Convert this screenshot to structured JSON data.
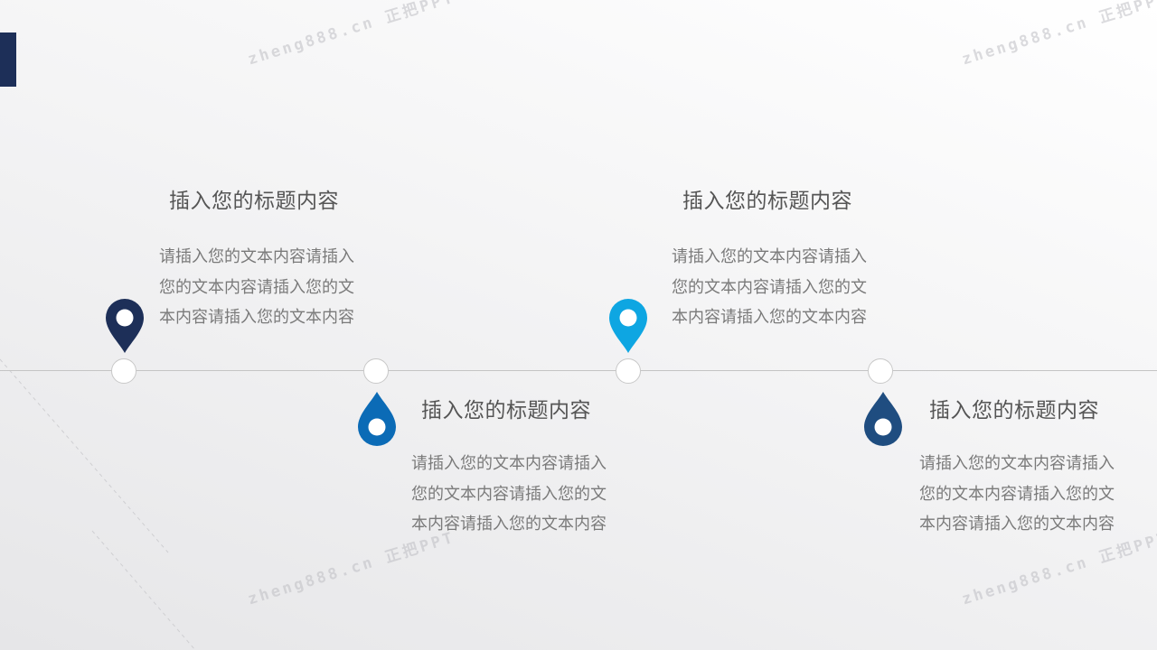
{
  "colors": {
    "navy": "#1d2f58",
    "sky": "#0ea6e2",
    "blue": "#0b6bb6",
    "steel": "#1f4d80",
    "accent_bar": "#1d2f58"
  },
  "watermark": "zheng888.cn 正把PPT",
  "milestones": [
    {
      "title": "插入您的标题内容",
      "text": "请插入您的文本内容请插入您的文本内容请插入您的文本内容请插入您的文本内容",
      "pin_icon": "map-pin-icon"
    },
    {
      "title": "插入您的标题内容",
      "text": "请插入您的文本内容请插入您的文本内容请插入您的文本内容请插入您的文本内容",
      "pin_icon": "water-drop-icon"
    },
    {
      "title": "插入您的标题内容",
      "text": "请插入您的文本内容请插入您的文本内容请插入您的文本内容请插入您的文本内容",
      "pin_icon": "map-pin-icon"
    },
    {
      "title": "插入您的标题内容",
      "text": "请插入您的文本内容请插入您的文本内容请插入您的文本内容请插入您的文本内容",
      "pin_icon": "water-drop-icon"
    }
  ]
}
